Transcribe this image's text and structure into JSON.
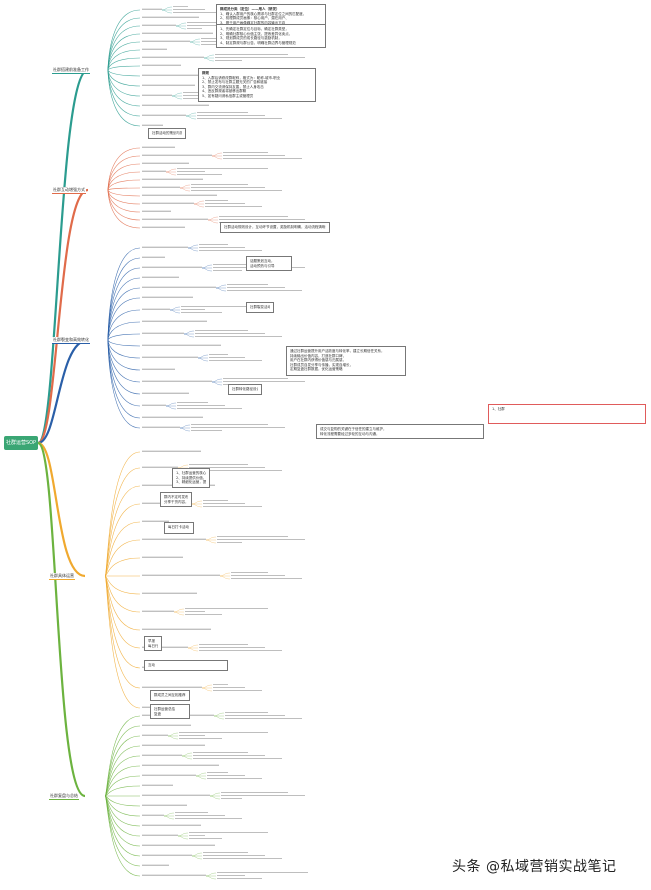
{
  "root": {
    "label": "社群运营SOP"
  },
  "branches": [
    {
      "label": "社群搭建前准备工作",
      "color": "#2b9c8f"
    },
    {
      "label": "社群互动增强方式",
      "color": "#e06b4a"
    },
    {
      "label": "社群裂变和高效转化",
      "color": "#2a5fa8"
    },
    {
      "label": "社群具体运营",
      "color": "#f0a92f"
    },
    {
      "label": "社群复盘与总结",
      "color": "#6cb33f"
    }
  ],
  "notes": [
    {
      "title": "群成员分类（定位）——用人（研发）",
      "lines": [
        "1、确认入群用户的核心需求与社群定位之间的匹配度，",
        "2、梳理群成员画像：核心用户、潜在用户、",
        "3、基于用户画像确定社群的内容输出方向"
      ]
    },
    {
      "title": "",
      "lines": [
        "1、先确定社群定位与目标，确定社群类型，",
        "2、明确社群核心价值主张，提炼差异化卖点，",
        "3、规划群成员的成长路径与激励机制，",
        "4、制定群规与群公告，明确社群边界与管理规范"
      ]
    },
    {
      "title": "群规",
      "lines": [
        "1、入群后请修改群昵称，格式为：昵称-城市-职业",
        "2、禁止发布与社群主题无关的广告和链接",
        "3、群内交流请保持友善，禁止人身攻击",
        "4、违反群规者将被移出群聊",
        "5、如有疑问请私信群主或管理员"
      ]
    },
    {
      "title": "",
      "lines": [
        "社群活动的策划与执行"
      ]
    },
    {
      "title": "",
      "lines": [
        "社群活动规则设计，互动环节设置，奖励机制明确，活动流程清晰"
      ]
    },
    {
      "title": "",
      "lines": [
        "话题策划互动，",
        "活动预热与引导"
      ]
    },
    {
      "title": "",
      "lines": [
        "社群裂变活动"
      ]
    },
    {
      "title": "",
      "lines": [
        "通过社群运营提升用户活跃度与转化率，建立长期信任关系，",
        "持续输出价值内容，打造社群口碑，",
        "用户在社群内获得价值感与归属感，",
        "社群成员自发分享与传播，实现自增长，",
        "定期复盘社群数据，优化运营策略"
      ]
    },
    {
      "title": "",
      "lines": [
        "社群转化路径设计"
      ]
    },
    {
      "title": "",
      "lines": [
        "1、社群"
      ]
    },
    {
      "title": "",
      "lines": [
        "成交与复购的关键在于信任的建立与维护，",
        "转化流程需要经过多轮的互动与沟通，"
      ]
    },
    {
      "title": "",
      "lines": [
        "1、社群运营的核心是用户，以用户为中心，",
        "2、持续提供价值，建立信任关系，",
        "3、精细化运营，提升转化率"
      ]
    },
    {
      "title": "",
      "lines": [
        "群内不定时发布福利，活动信息，",
        "分享干货内容，提升活跃度"
      ]
    },
    {
      "title": "",
      "lines": [
        "每日打卡活动"
      ]
    },
    {
      "title": "",
      "lines": [
        "早报",
        "每日行业资讯分享"
      ]
    },
    {
      "title": "",
      "lines": [
        "互动"
      ]
    },
    {
      "title": "",
      "lines": [
        "群成员之间互相推荐，形成口碑传播效应"
      ]
    },
    {
      "title": "",
      "lines": [
        "社群运营总结",
        "复盘"
      ]
    }
  ],
  "watermark": "头条 @私域营销实战笔记"
}
